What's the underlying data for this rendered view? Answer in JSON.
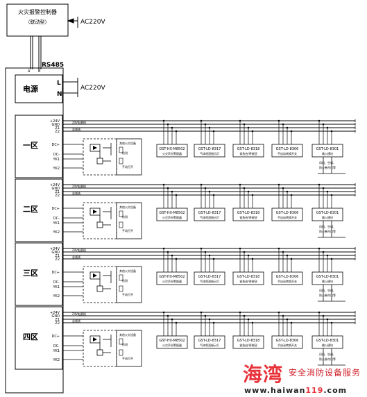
{
  "controller": {
    "line1": "火灾报警控制器",
    "line2": "（联动型）"
  },
  "power_in_top": "AC220V",
  "bus_label": "RS485",
  "bus_terms": [
    "A",
    "B"
  ],
  "power_module": {
    "label": "电源",
    "L": "L",
    "N": "N",
    "ac": "AC220V"
  },
  "rail_labels": [
    "+24V",
    "GND",
    "Z1",
    "Z2"
  ],
  "rail_notes": [
    "24V电源线",
    "总线线"
  ],
  "left_terms": [
    "DC+",
    "DC-",
    "YK1",
    "YK2"
  ],
  "relay_notes": [
    "其他火灾设备",
    "检测",
    "手动打开"
  ],
  "zones": [
    {
      "name": "一区"
    },
    {
      "name": "二区"
    },
    {
      "name": "三区"
    },
    {
      "name": "四区"
    }
  ],
  "devices": [
    {
      "model": "GST-HX-M8502",
      "desc": "火灾声光警报器"
    },
    {
      "model": "GST-LD-8317",
      "desc": "气体喷洒指示灯"
    },
    {
      "model": "GST-LD-8318",
      "desc": "紧急启/停按钮"
    },
    {
      "model": "GST-LD-8306",
      "desc": "手自动转换开关"
    },
    {
      "model": "GST-LD-8301",
      "desc": "输入模块"
    }
  ],
  "device_tail_notes": [
    "风机、空调、",
    "防火卷帘门等"
  ],
  "watermark": {
    "brand": "海湾",
    "service": "安全消防设备服务",
    "url_a": "www.haiwan",
    "url_b": "119",
    "url_c": ".com"
  }
}
